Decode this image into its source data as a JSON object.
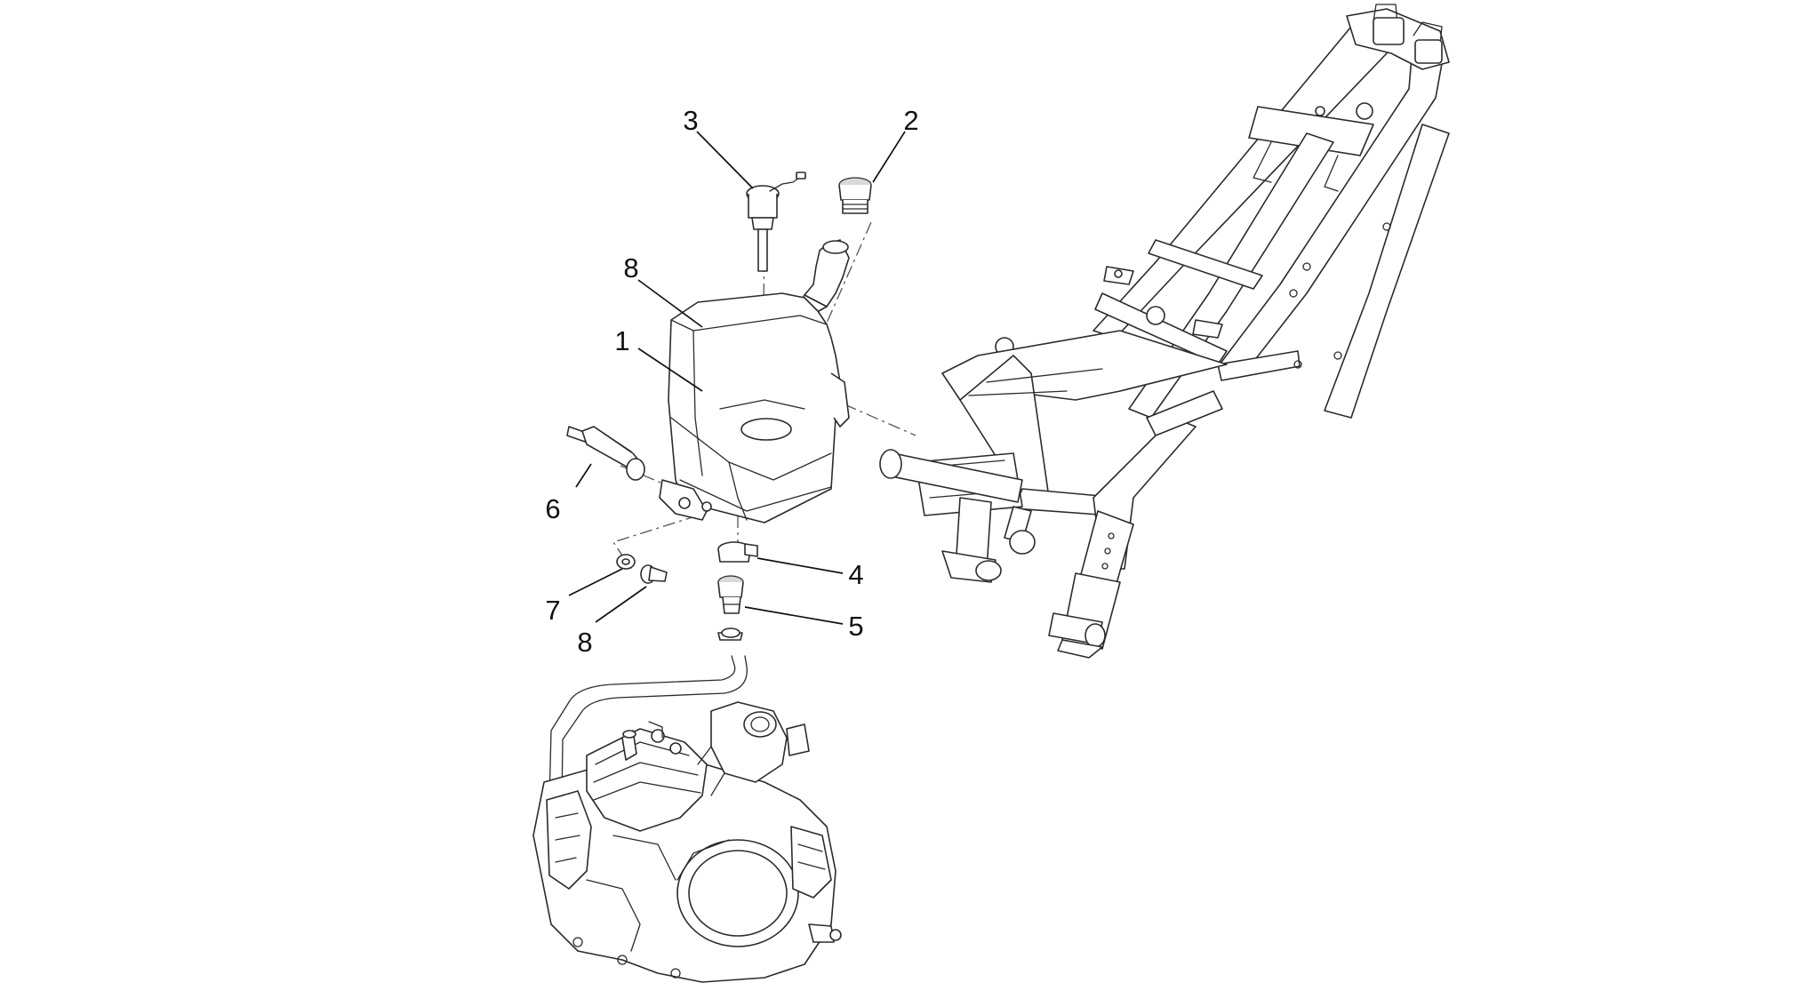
{
  "callouts": {
    "c1": "1",
    "c2": "2",
    "c3": "3",
    "c4": "4",
    "c5": "5",
    "c6": "6",
    "c7": "7",
    "c8a": "8",
    "c8b": "8"
  }
}
